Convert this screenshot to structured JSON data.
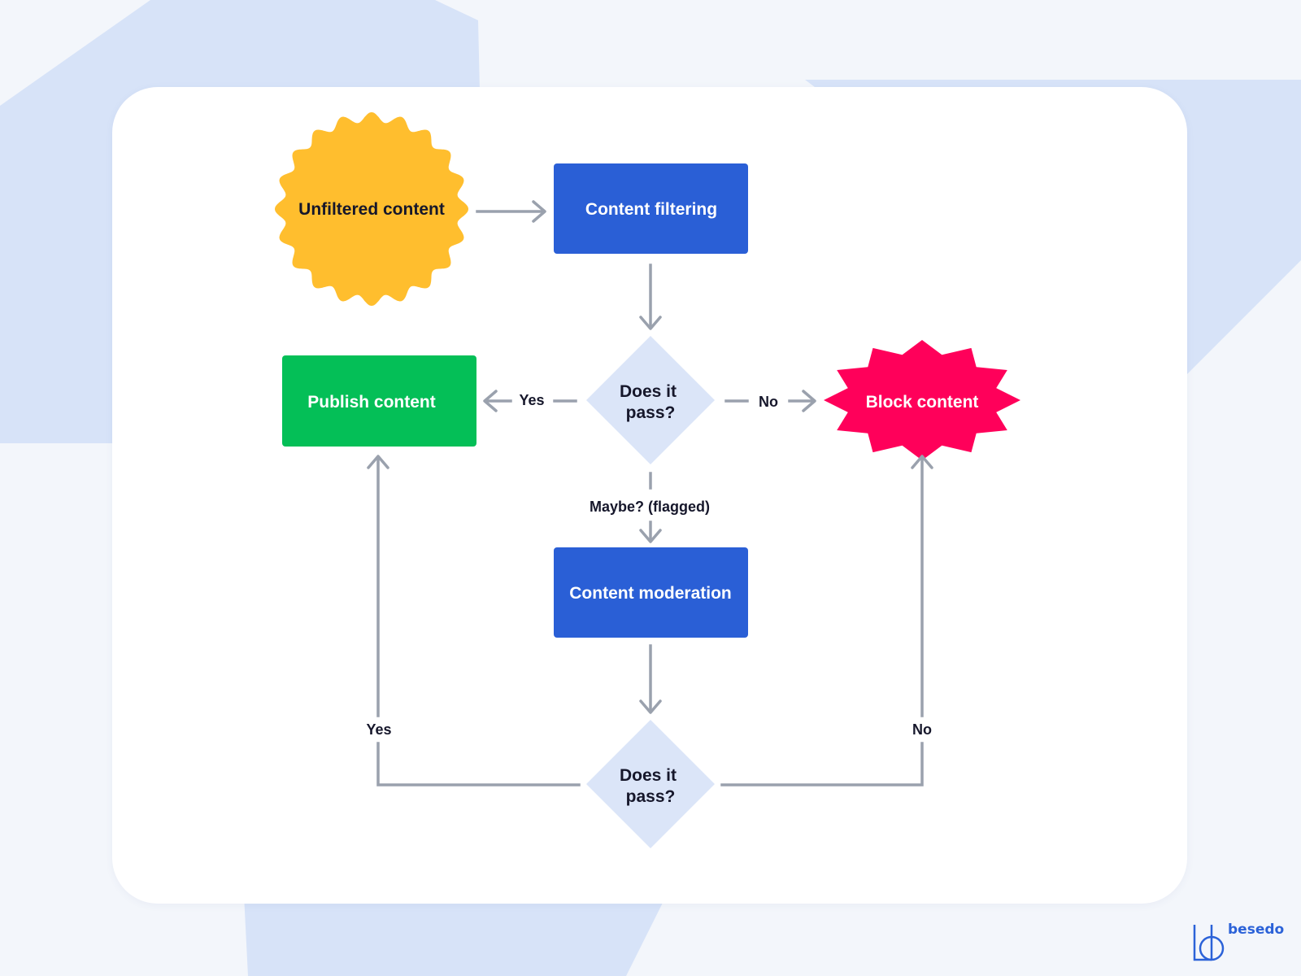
{
  "colors": {
    "page_bg": "#f3f6fb",
    "decor_bg": "#d7e3f8",
    "card_bg": "#ffffff",
    "start_yellow": "#ffbe2e",
    "process_blue": "#2a5fd6",
    "decision_fill": "#dbe5f8",
    "publish_green": "#04bf57",
    "block_red": "#ff005a",
    "arrow_gray": "#9aa1ad",
    "text_dark": "#16172b",
    "text_light": "#ffffff",
    "brand_blue": "#2b62d8"
  },
  "nodes": {
    "unfiltered": {
      "label": "Unfiltered content",
      "shape": "scalloped-circle"
    },
    "filtering": {
      "label": "Content filtering",
      "shape": "rectangle"
    },
    "decision1": {
      "label_line1": "Does it",
      "label_line2": "pass?",
      "shape": "diamond"
    },
    "publish": {
      "label": "Publish content",
      "shape": "rectangle"
    },
    "block": {
      "label": "Block content",
      "shape": "starburst"
    },
    "moderation": {
      "label": "Content moderation",
      "shape": "rectangle"
    },
    "decision2": {
      "label_line1": "Does it",
      "label_line2": "pass?",
      "shape": "diamond"
    }
  },
  "edges": [
    {
      "from": "unfiltered",
      "to": "filtering",
      "label": ""
    },
    {
      "from": "filtering",
      "to": "decision1",
      "label": ""
    },
    {
      "from": "decision1",
      "to": "publish",
      "label": "Yes"
    },
    {
      "from": "decision1",
      "to": "block",
      "label": "No"
    },
    {
      "from": "decision1",
      "to": "moderation",
      "label": "Maybe? (flagged)"
    },
    {
      "from": "moderation",
      "to": "decision2",
      "label": ""
    },
    {
      "from": "decision2",
      "to": "publish",
      "label": "Yes"
    },
    {
      "from": "decision2",
      "to": "block",
      "label": "No"
    }
  ],
  "brand": {
    "name": "besedo",
    "icon": "besedo-logo-icon"
  }
}
